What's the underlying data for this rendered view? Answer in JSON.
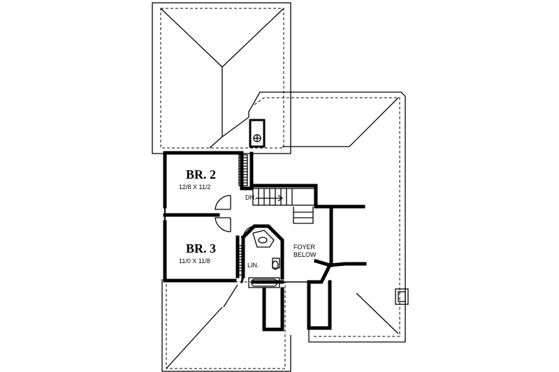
{
  "rooms": {
    "br2": {
      "name": "BR. 2",
      "dims": "12/8  X  11/2"
    },
    "br3": {
      "name": "BR. 3",
      "dims": "11/0  X  11/8"
    },
    "foyer": {
      "line1": "FOYER",
      "line2": "BELOW"
    },
    "linen": {
      "label": "LIN."
    },
    "stair": {
      "label": "DN."
    }
  }
}
